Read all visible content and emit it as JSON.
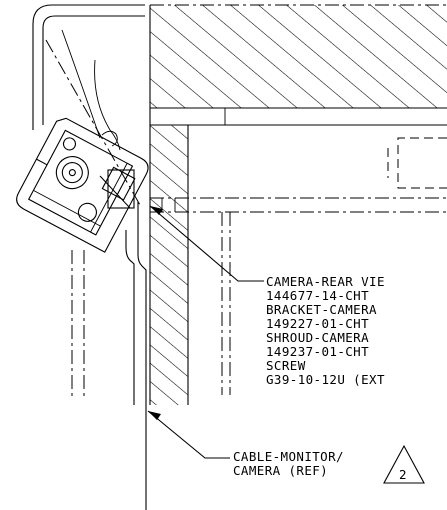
{
  "callout_main": {
    "lines": [
      "CAMERA-REAR VIE",
      "144677-14-CHT",
      "BRACKET-CAMERA",
      "149227-01-CHT",
      "SHROUD-CAMERA",
      "149237-01-CHT",
      "SCREW",
      "G39-10-12U (EXT"
    ]
  },
  "callout_cable": {
    "lines": [
      "CABLE-MONITOR/",
      "CAMERA (REF)"
    ],
    "revision": "2"
  }
}
